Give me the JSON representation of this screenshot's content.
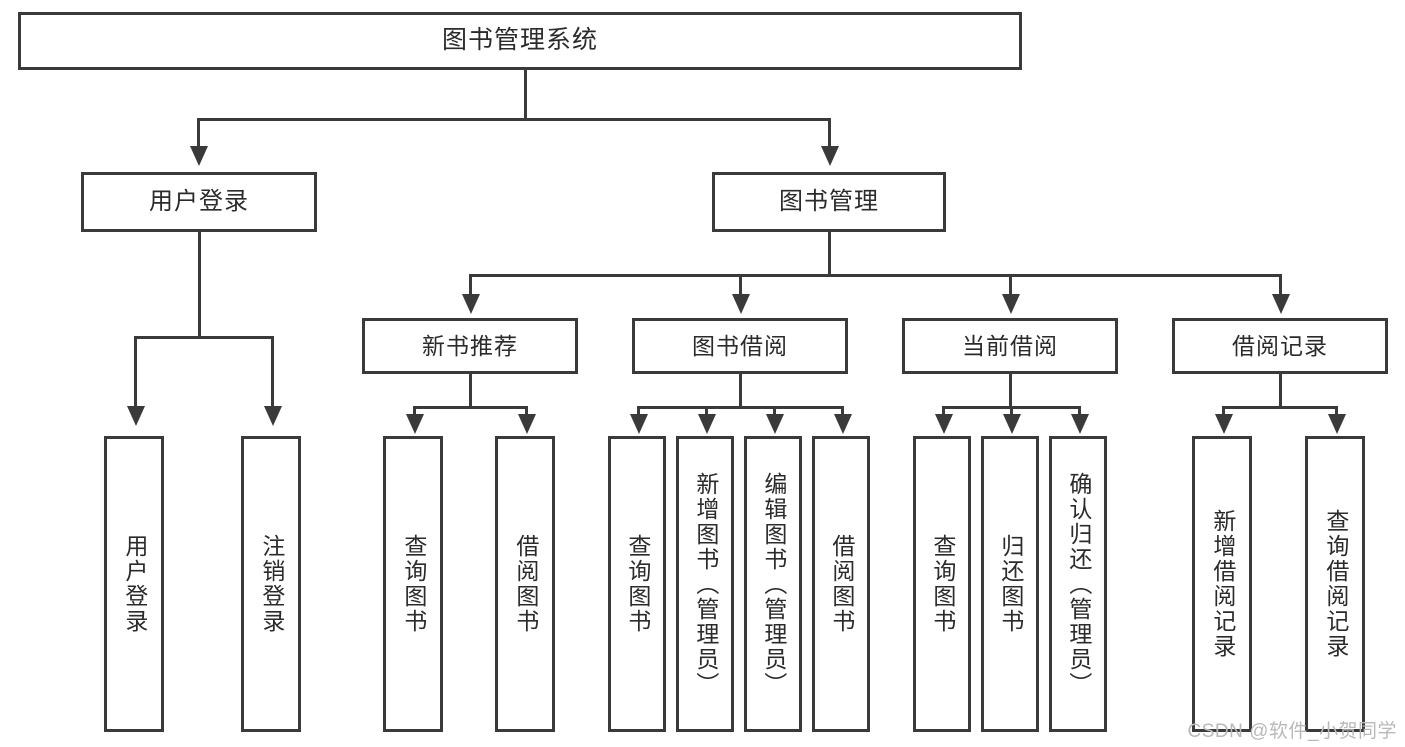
{
  "diagram": {
    "type": "tree-hierarchy-chart",
    "title": "图书管理系统",
    "root": {
      "label": "图书管理系统"
    },
    "level2": [
      {
        "label": "用户登录"
      },
      {
        "label": "图书管理"
      }
    ],
    "level3": [
      {
        "label": "新书推荐"
      },
      {
        "label": "图书借阅"
      },
      {
        "label": "当前借阅"
      },
      {
        "label": "借阅记录"
      }
    ],
    "leaves": {
      "user_login": [
        {
          "label": "用户登录"
        },
        {
          "label": "注销登录"
        }
      ],
      "new_book_recommend": [
        {
          "label": "查询图书"
        },
        {
          "label": "借阅图书"
        }
      ],
      "book_borrow": [
        {
          "label": "查询图书"
        },
        {
          "label": "新增图书（管理员）"
        },
        {
          "label": "编辑图书（管理员）"
        },
        {
          "label": "借阅图书"
        }
      ],
      "current_borrow": [
        {
          "label": "查询图书"
        },
        {
          "label": "归还图书"
        },
        {
          "label": "确认归还（管理员）"
        }
      ],
      "borrow_record": [
        {
          "label": "新增借阅记录"
        },
        {
          "label": "查询借阅记录"
        }
      ]
    }
  },
  "watermark": {
    "text": "CSDN @软件_小贺同学"
  },
  "colors": {
    "stroke": "#3a3a3a",
    "text": "#2b2b2b",
    "background": "#ffffff",
    "watermark": "#b9b9b9"
  }
}
